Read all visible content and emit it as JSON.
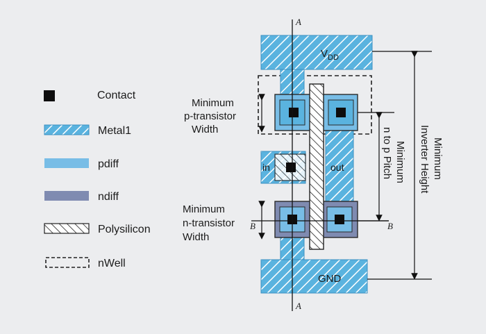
{
  "legend": {
    "contact": "Contact",
    "metal1": "Metal1",
    "pdiff": "pdiff",
    "ndiff": "ndiff",
    "polysilicon": "Polysilicon",
    "nwell": "nWell"
  },
  "annotations": {
    "min_p_transistor_width": [
      "Minimum",
      "p-transistor",
      "Width"
    ],
    "min_n_transistor_width": [
      "Minimum",
      "n-transistor",
      "Width"
    ],
    "min_n_to_p_pitch": [
      "Minimum",
      "n to p Pitch"
    ],
    "min_inverter_height": [
      "Minimum",
      "Inverter Height"
    ]
  },
  "layout_labels": {
    "vdd": "V",
    "vdd_sub": "DD",
    "gnd": "GND",
    "in": "in",
    "out": "out",
    "section_a": "A",
    "section_b": "B"
  },
  "colors": {
    "metal1": "#5ab3df",
    "pdiff": "#78bde6",
    "ndiff": "#7f8bb1",
    "contact": "#0d0d0d",
    "poly_stroke": "#222222"
  }
}
